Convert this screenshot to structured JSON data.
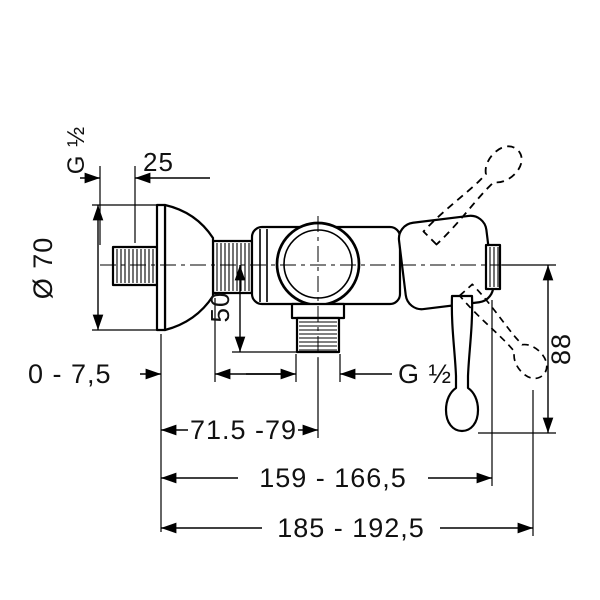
{
  "canvas": {
    "background": "#ffffff",
    "ink": "#000000"
  },
  "drawing": {
    "name": "exposed single-lever shower mixer dimension drawing",
    "dimensions": {
      "top_thread": "G ½",
      "inlet_offset": "25",
      "escutcheon_diameter": "Ø 70",
      "center_to_outlet": "50",
      "wall_adjustment": "0 - 7,5",
      "outlet_thread": "G ½",
      "outlet_depth_range": "71.5 -79",
      "handle_depth_range": "159 - 166,5",
      "total_depth_range": "185 - 192,5",
      "center_to_handle_end": "88"
    }
  }
}
